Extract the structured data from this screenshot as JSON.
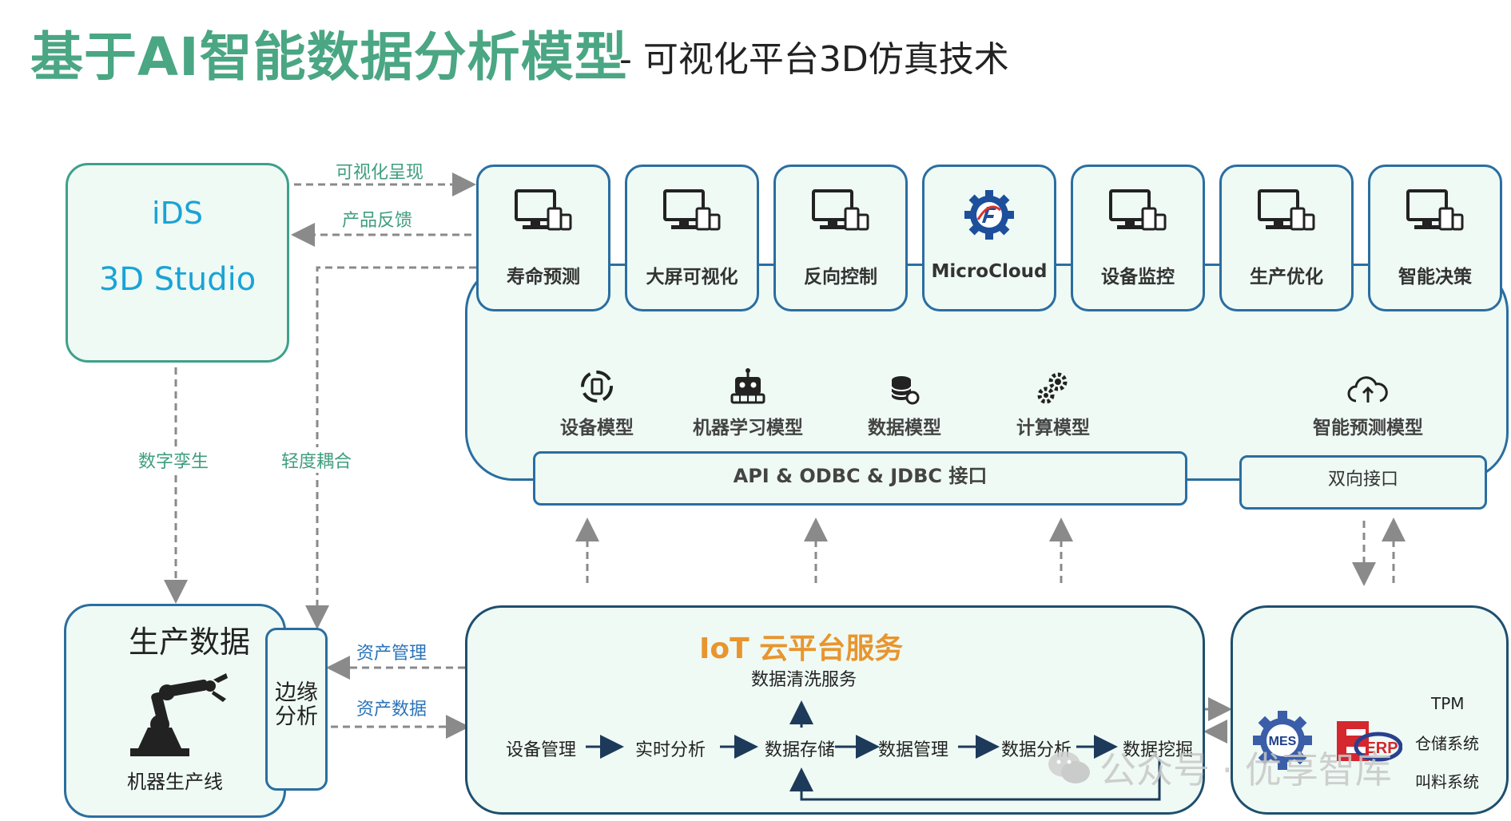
{
  "header": {
    "title": "基于AI智能数据分析模型",
    "subtitle": "- 可视化平台3D仿真技术"
  },
  "ids_box": {
    "line1": "iDS",
    "line2": "3D Studio"
  },
  "connectors": {
    "visualize": "可视化呈现",
    "feedback": "产品反馈",
    "digital_twin": "数字孪生",
    "light_coupling": "轻度耦合",
    "asset_mgmt": "资产管理",
    "asset_data": "资产数据"
  },
  "apps": [
    {
      "label": "寿命预测",
      "icon": "monitor-devices-icon"
    },
    {
      "label": "大屏可视化",
      "icon": "monitor-devices-icon"
    },
    {
      "label": "反向控制",
      "icon": "monitor-devices-icon"
    },
    {
      "label": "MicroCloud",
      "icon": "fii-gear-logo-icon"
    },
    {
      "label": "设备监控",
      "icon": "monitor-devices-icon"
    },
    {
      "label": "生产优化",
      "icon": "monitor-devices-icon"
    },
    {
      "label": "智能决策",
      "icon": "monitor-devices-icon"
    }
  ],
  "models": [
    {
      "label": "设备模型",
      "icon": "cycle-device-icon"
    },
    {
      "label": "机器学习模型",
      "icon": "robot-icon"
    },
    {
      "label": "数据模型",
      "icon": "database-icon"
    },
    {
      "label": "计算模型",
      "icon": "gears-icon"
    },
    {
      "label": "智能预测模型",
      "icon": "cloud-upload-icon"
    }
  ],
  "api_box": "API & ODBC & JDBC 接口",
  "bidirectional_box": "双向接口",
  "production": {
    "title": "生产数据",
    "label": "机器生产线",
    "icon": "robot-arm-icon"
  },
  "edge": {
    "line1": "边缘",
    "line2": "分析"
  },
  "iot": {
    "title": "IoT 云平台服务",
    "wash": "数据清洗服务",
    "flow": [
      "设备管理",
      "实时分析",
      "数据存储",
      "数据管理",
      "数据分析",
      "数据挖掘"
    ]
  },
  "systems": {
    "tpm": "TPM",
    "warehouse": "仓储系统",
    "material": "叫料系统",
    "mes": "MES",
    "erp": "ERP"
  },
  "watermark": "公众号 · 优享智库",
  "colors": {
    "title_green": "#4aa683",
    "border_blue": "#2a6ea0",
    "accent_orange": "#e8952e",
    "fill": "#effaf5"
  }
}
